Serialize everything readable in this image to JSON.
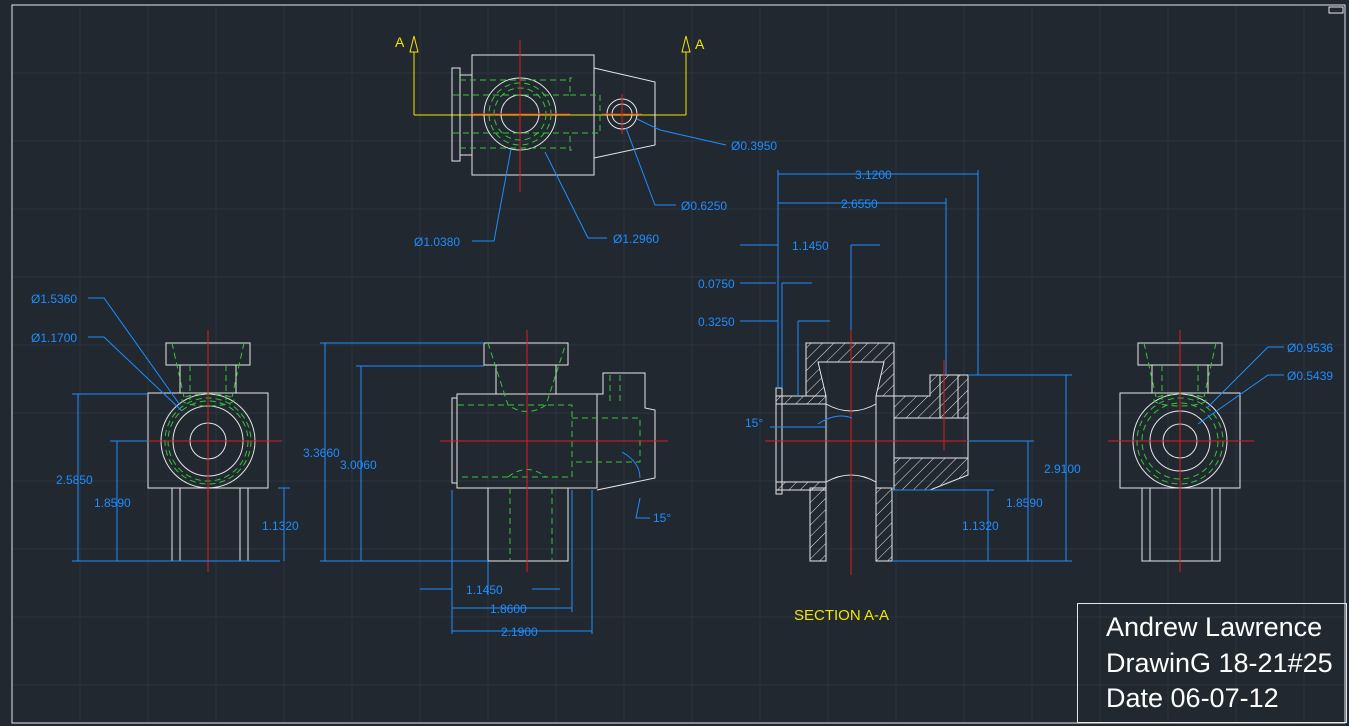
{
  "colors": {
    "background": "#212830",
    "grid": "#2c3540",
    "outline": "#e6e6e6",
    "hidden": "#39c43a",
    "centerline": "#e01b1b",
    "dimension": "#1f8dff",
    "section": "#f3e600"
  },
  "section_markers": {
    "left": "A",
    "right": "A"
  },
  "section_title": "SECTION A-A",
  "dimensions": {
    "top_view": [
      "Ø0.3950",
      "Ø0.6250",
      "Ø1.0380",
      "Ø1.2960"
    ],
    "left_view": [
      "Ø1.5360",
      "Ø1.1700",
      "2.5850",
      "1.8590",
      "1.1320"
    ],
    "front_view": [
      "3.3660",
      "3.0060",
      "15°",
      "1.1450",
      "1.8600",
      "2.1900"
    ],
    "section_view": [
      "3.1200",
      "2.6550",
      "1.1450",
      "0.0750",
      "0.3250",
      "15°",
      "2.9100",
      "1.8590",
      "1.1320"
    ],
    "right_view": [
      "Ø0.9536",
      "Ø0.5439"
    ]
  },
  "title_block": {
    "name": "Andrew Lawrence",
    "drawing": "DrawinG 18-21#25",
    "date": "Date 06-07-12"
  }
}
